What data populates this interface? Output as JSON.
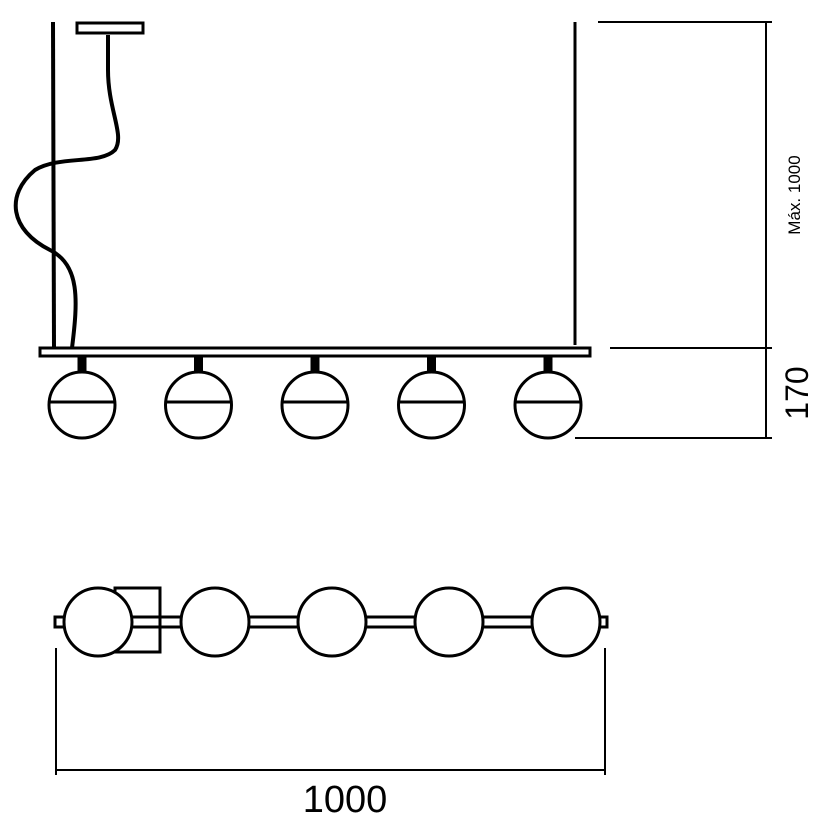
{
  "diagram": {
    "title": "Pendant lamp dimensions",
    "front_view": {
      "globe_count": 5,
      "max_height_label": "Máx. 1000",
      "fixture_height_label": "170"
    },
    "top_view": {
      "globe_count": 5,
      "width_label": "1000"
    },
    "colors": {
      "line": "#000000",
      "background": "#ffffff"
    }
  }
}
